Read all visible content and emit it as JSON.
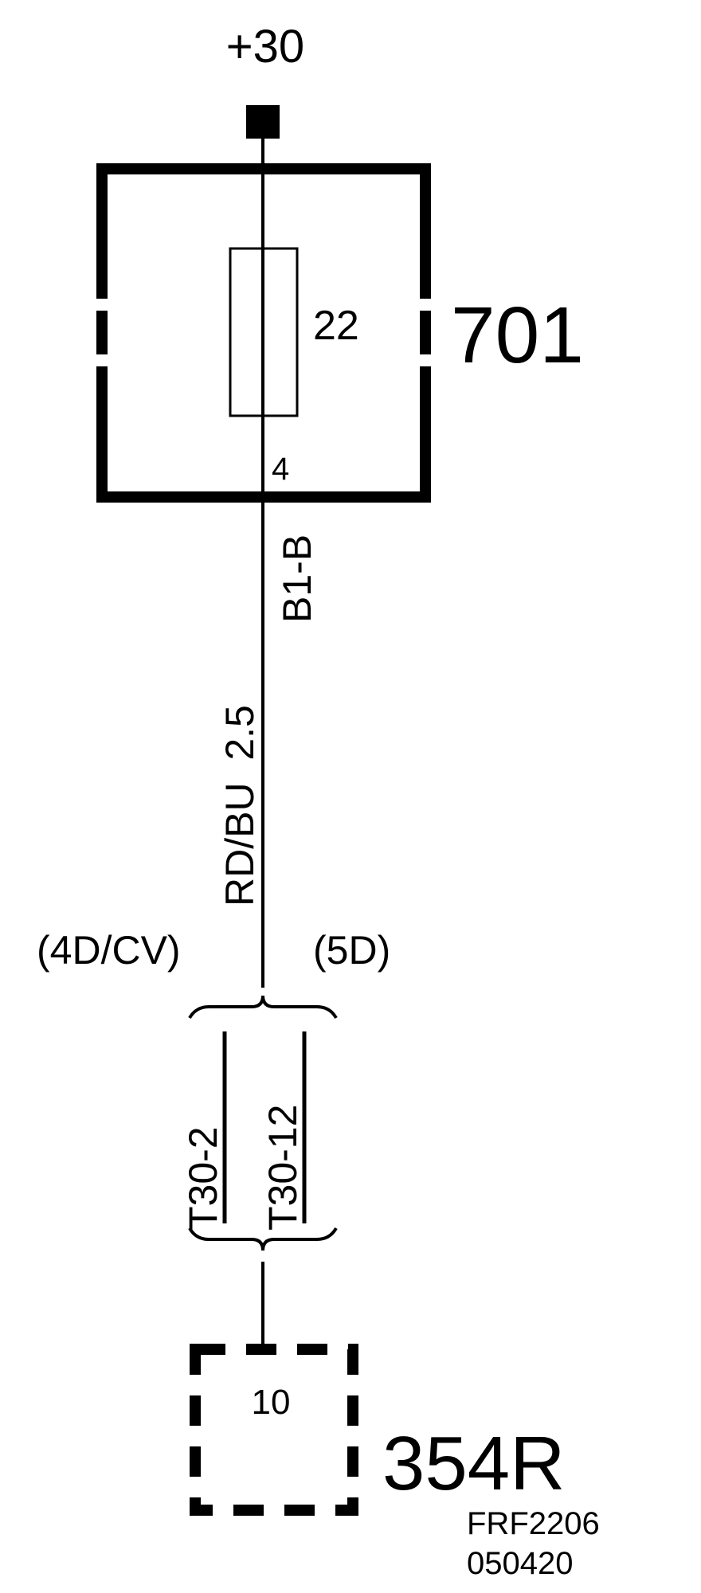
{
  "supply": {
    "label": "+30"
  },
  "fuse_box": {
    "id": "701",
    "fuse_number": "22",
    "pin": "4"
  },
  "wire": {
    "connector": "B1-B",
    "spec": "RD/BU  2.5"
  },
  "variants": {
    "left": "(4D/CV)",
    "right": "(5D)"
  },
  "splices": {
    "left": "T30-2",
    "right": "T30-12"
  },
  "component": {
    "id": "354R",
    "pin": "10"
  },
  "drawing_ref": {
    "code": "FRF2206",
    "date": "050420"
  },
  "colors": {
    "ink": "#000000",
    "background": "#ffffff"
  }
}
